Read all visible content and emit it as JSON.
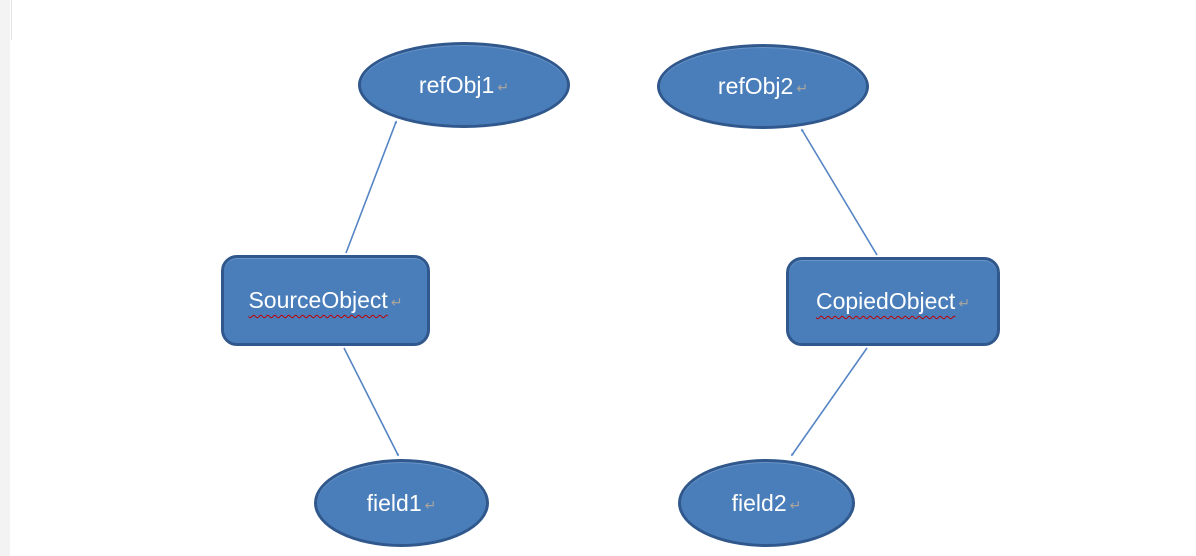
{
  "diagram": {
    "nodes": {
      "refObj1": {
        "label": "refObj1",
        "shape": "ellipse"
      },
      "refObj2": {
        "label": "refObj2",
        "shape": "ellipse"
      },
      "sourceObject": {
        "label": "SourceObject",
        "shape": "rounded-rectangle",
        "spellcheck_flagged": true
      },
      "copiedObject": {
        "label": "CopiedObject",
        "shape": "rounded-rectangle",
        "spellcheck_flagged": true
      },
      "field1": {
        "label": "field1",
        "shape": "ellipse"
      },
      "field2": {
        "label": "field2",
        "shape": "ellipse"
      }
    },
    "edges": [
      {
        "from": "SourceObject",
        "to": "refObj1",
        "arrowhead": "open"
      },
      {
        "from": "SourceObject",
        "to": "field1",
        "arrowhead": "open"
      },
      {
        "from": "CopiedObject",
        "to": "refObj2",
        "arrowhead": "open"
      },
      {
        "from": "CopiedObject",
        "to": "field2",
        "arrowhead": "open"
      }
    ],
    "marks": {
      "paragraph_mark": "↵"
    },
    "colors": {
      "shape_fill": "#4a7ebb",
      "shape_border": "#30588c",
      "connector": "#5585c5",
      "label_text": "#ffffff",
      "spellcheck_underline": "#c00000",
      "paragraph_mark": "#a8a49e",
      "page_background": "#ffffff",
      "margin_strip": "#f2f3f2"
    }
  }
}
